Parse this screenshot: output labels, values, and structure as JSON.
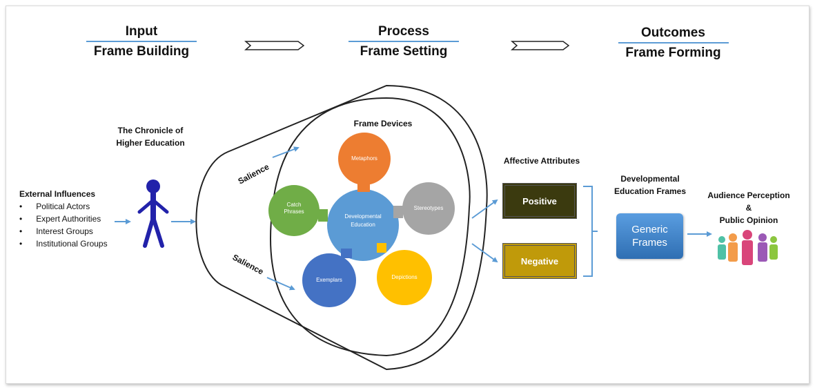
{
  "stages": [
    {
      "title": "Input",
      "subtitle": "Frame Building"
    },
    {
      "title": "Process",
      "subtitle": "Frame Setting"
    },
    {
      "title": "Outcomes",
      "subtitle": "Frame Forming"
    }
  ],
  "source": {
    "title_line1": "The Chronicle of",
    "title_line2": "Higher Education"
  },
  "external": {
    "title": "External Influences",
    "items": [
      "Political Actors",
      "Expert Authorities",
      "Interest Groups",
      "Institutional Groups"
    ]
  },
  "salience_label": "Salience",
  "frame_devices": {
    "title": "Frame Devices",
    "center": "Developmental Education",
    "devices": [
      "Metaphors",
      "Catch Phrases",
      "Stereotypes",
      "Exemplars",
      "Depictions"
    ]
  },
  "affective": {
    "title": "Affective Attributes",
    "positive": "Positive",
    "negative": "Negative"
  },
  "dev_frames": {
    "line1": "Developmental",
    "line2": "Education Frames"
  },
  "generic": {
    "line1": "Generic",
    "line2": "Frames"
  },
  "audience": {
    "line1": "Audience Perception",
    "line2": "&",
    "line3": "Public Opinion"
  },
  "colors": {
    "accent_blue": "#5b9bd5",
    "metaphors": "#ed7d31",
    "catch_phrases": "#70ad47",
    "stereotypes": "#a5a5a5",
    "exemplars": "#4472c4",
    "depictions": "#ffc000",
    "center": "#5b9bd5",
    "positive_box": "#3b3a0f",
    "negative_box": "#c09a0a",
    "person": "#2222aa"
  }
}
